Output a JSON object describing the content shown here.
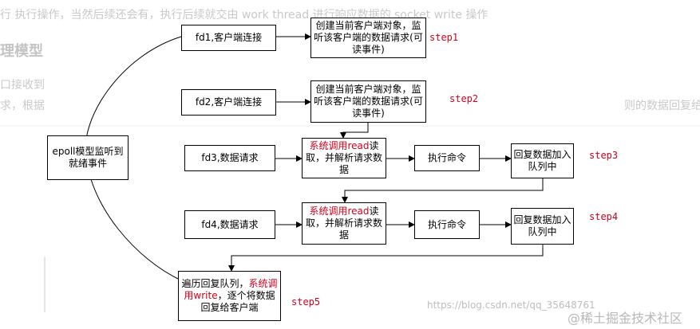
{
  "background": {
    "top_line": "行 执行操作，当然后续还会有，执行后续就交由 work thread 进行响应数据的 socket write 操作",
    "heading": "理模型",
    "left_line_1": "口接收到",
    "left_line_2": "求，根据",
    "right_line": "则的数据回复给"
  },
  "nodes": {
    "epoll": "epoll模型监听到就绪事件",
    "fd1": "fd1,客户端连接",
    "fd2": "fd2,客户端连接",
    "fd3": "fd3,数据请求",
    "fd4": "fd4,数据请求",
    "create1": "创建当前客户端对象，监听该客户端的数据请求(可读事件)",
    "create2": "创建当前客户端对象，监听该客户端的数据请求(可读事件)",
    "read3_red": "系统调用read",
    "read3_rest": "读取，并解析请求数据",
    "read4_red": "系统调用read",
    "read4_rest": "读取，并解析请求数据",
    "exec3": "执行命令",
    "exec4": "执行命令",
    "reply3": "回复数据加入队列中",
    "reply4": "回复数据加入队列中",
    "write_pre": "遍历回复队列，",
    "write_red1": "系统",
    "write_red2": "调用write",
    "write_post": "，逐个将数据回复给客户端"
  },
  "steps": [
    "step1",
    "step2",
    "step3",
    "step4",
    "step5"
  ],
  "watermark": "https://blog.csdn.net/qq_35648761",
  "brand": "@稀土掘金技术社区",
  "colors": {
    "accent": "#d0021b",
    "line": "#000000"
  }
}
